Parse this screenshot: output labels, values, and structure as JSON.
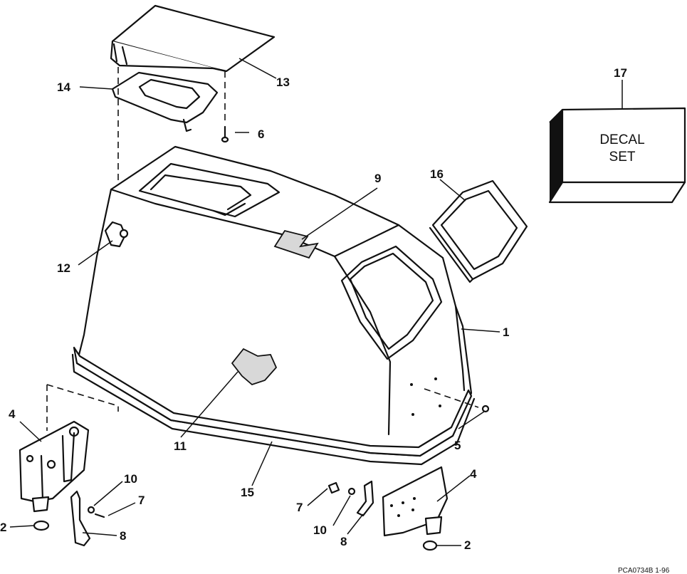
{
  "diagram": {
    "callouts": {
      "c1": "1",
      "c2a": "2",
      "c2b": "2",
      "c4a": "4",
      "c4b": "4",
      "c5": "5",
      "c6": "6",
      "c7a": "7",
      "c7b": "7",
      "c8a": "8",
      "c8b": "8",
      "c9": "9",
      "c10a": "10",
      "c10b": "10",
      "c11": "11",
      "c12": "12",
      "c13": "13",
      "c14": "14",
      "c15": "15",
      "c16": "16",
      "c17": "17"
    },
    "decal_box": {
      "line1": "DECAL",
      "line2": "SET"
    },
    "footer_code": "PCA0734B   1-96"
  }
}
